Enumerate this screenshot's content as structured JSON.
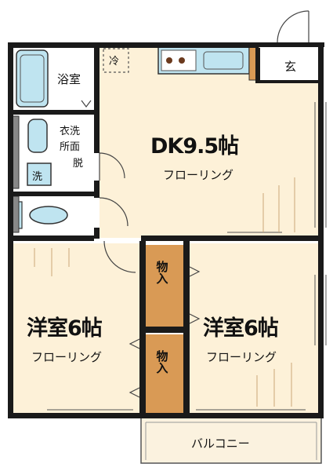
{
  "rooms": {
    "bath": "浴室",
    "washroom_line1": "衣洗",
    "washroom_line2": "所面",
    "washroom_line3": "脱",
    "washer": "洗",
    "fridge": "冷",
    "entrance": "玄",
    "dk_name": "DK9.5帖",
    "dk_floor": "フローリング",
    "western_left_name": "洋室6帖",
    "western_left_floor": "フローリング",
    "western_right_name": "洋室6帖",
    "western_right_floor": "フローリング",
    "closet_upper": "物入",
    "closet_lower": "物入",
    "balcony": "バルコニー"
  },
  "colors": {
    "wall": "#1a1a1a",
    "floor": "#fdf1d8",
    "wet_area": "#ffffff",
    "fixture": "#bfe4f0",
    "closet": "#d99a55",
    "balcony": "#fbf2df"
  }
}
